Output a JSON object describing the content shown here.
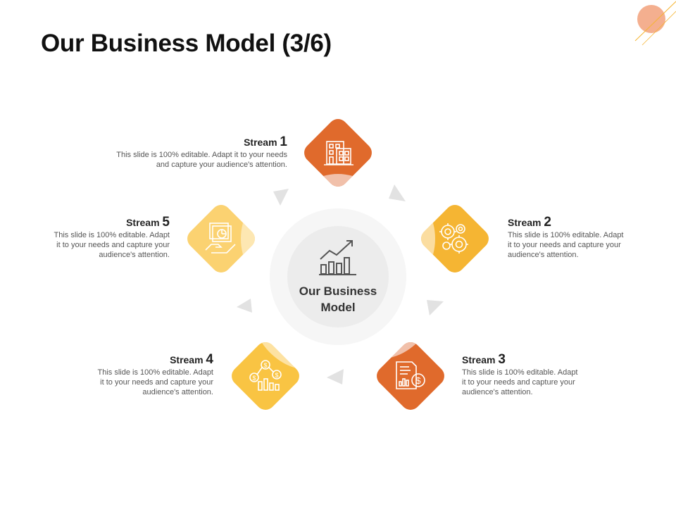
{
  "page": {
    "title": "Our Business Model (3/6)"
  },
  "center": {
    "label_line1": "Our Business",
    "label_line2": "Model",
    "icon": "growth-chart-icon"
  },
  "streams": [
    {
      "label": "Stream",
      "number": "1",
      "text_line1": "This slide is 100% editable. Adapt it to your needs",
      "text_line2": "and capture your audience's attention.",
      "icon": "building-icon",
      "color": "#E06A2C"
    },
    {
      "label": "Stream",
      "number": "2",
      "text_line1": "This slide is 100% editable. Adapt",
      "text_line2": "it to your needs and capture your",
      "text_line3": "audience's attention.",
      "icon": "gears-icon",
      "color": "#F5B533"
    },
    {
      "label": "Stream",
      "number": "3",
      "text_line1": "This slide is 100% editable. Adapt",
      "text_line2": "it to your needs and capture your",
      "text_line3": "audience's attention.",
      "icon": "financial-report-icon",
      "color": "#E06A2C"
    },
    {
      "label": "Stream",
      "number": "4",
      "text_line1": "This slide is 100% editable. Adapt",
      "text_line2": "it to your needs and capture your",
      "text_line3": "audience's attention.",
      "icon": "money-chart-icon",
      "color": "#F9C443"
    },
    {
      "label": "Stream",
      "number": "5",
      "text_line1": "This slide is 100% editable. Adapt",
      "text_line2": "it to your needs and capture your",
      "text_line3": "audience's attention.",
      "icon": "hand-presentation-icon",
      "color": "#FBD271"
    }
  ],
  "colors": {
    "orange": "#E06A2C",
    "amber": "#F5B533",
    "yellow": "#F9C443",
    "light_yellow": "#FBD271",
    "accent_circle": "#F2A17B"
  }
}
